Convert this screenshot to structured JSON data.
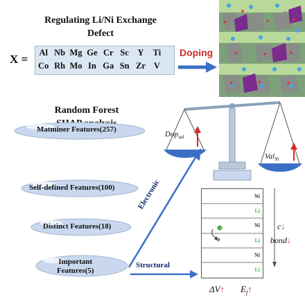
{
  "header": {
    "title_line1": "Regulating Li/Ni  Exchange",
    "title_line2": "Defect"
  },
  "dopants": {
    "x_label": "X =",
    "row1": [
      "Al",
      "Nb",
      "Mg",
      "Ge",
      "Cr",
      "Sc",
      "Y",
      "Ti"
    ],
    "row2": [
      "Co",
      "Rh",
      "Mo",
      "In",
      "Ga",
      "Sn",
      "Zr",
      "V"
    ]
  },
  "doping_label": "Doping",
  "method": {
    "line1": "Random Forest",
    "line2": "SHAP analysis"
  },
  "features": [
    {
      "label": "Matminer Features(257)"
    },
    {
      "label": "Self-defined Features(100)"
    },
    {
      "label": "Distinct Features(18)"
    },
    {
      "label": "Important Features(5)",
      "line1": "Important",
      "line2": "Features(5)"
    }
  ],
  "arrows": {
    "electronic": "Electronic",
    "structural": "Structural"
  },
  "balance": {
    "left_base": "Dop",
    "left_sub": "val",
    "right_base": "Val",
    "right_sub": "Ni"
  },
  "layers": {
    "cells": [
      "Ni",
      "Li",
      "Ni",
      "Li",
      "Ni",
      "Li"
    ],
    "c_label": "c",
    "bond_label": "bond"
  },
  "effects": {
    "delta_v": "ΔV",
    "ef_base": "E",
    "ef_sub": "f"
  },
  "colors": {
    "red_arrow": "#d22b2b",
    "blue_arrow": "#3b6fc4",
    "disk": "#c9d8ef",
    "green_atom": "#4caf50",
    "purple_octa": "#7b2a8e"
  }
}
